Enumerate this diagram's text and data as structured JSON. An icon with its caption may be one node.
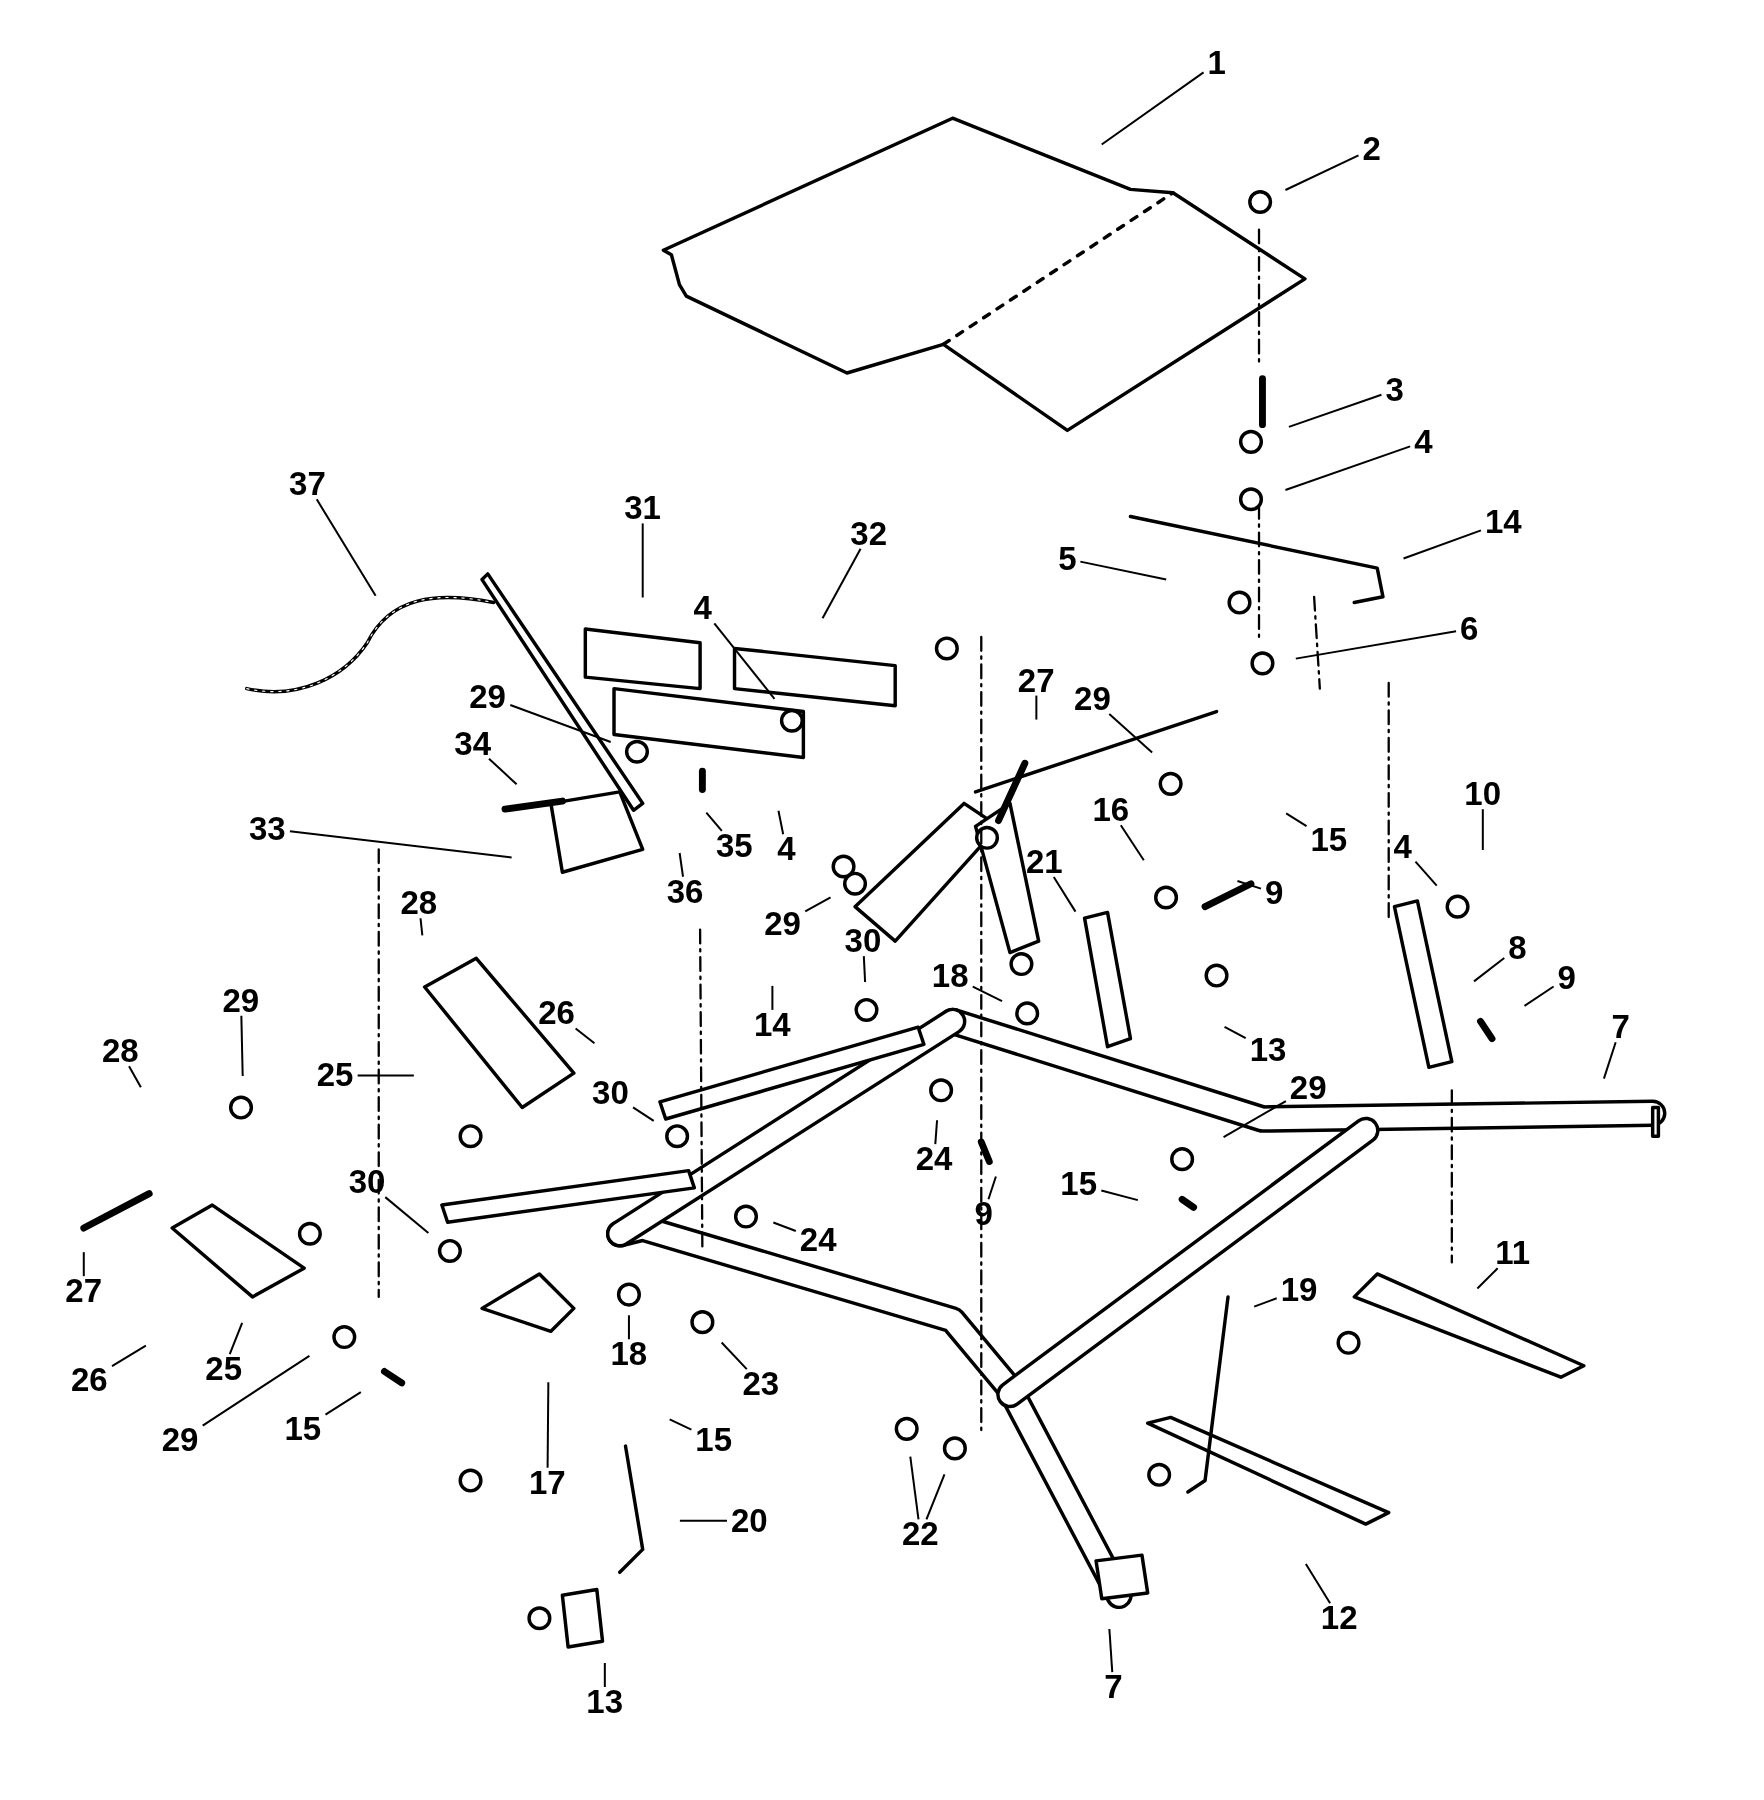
{
  "diagram": {
    "nodes": [
      {
        "text": [
          "1"
        ]
      },
      {
        "text": [
          "2"
        ]
      },
      {
        "text": [
          "3"
        ]
      },
      {
        "text": [
          "4"
        ]
      },
      {
        "text": [
          "14"
        ]
      },
      {
        "text": [
          "37"
        ]
      },
      {
        "text": [
          "31"
        ]
      },
      {
        "text": [
          "32"
        ]
      },
      {
        "text": [
          "5"
        ]
      },
      {
        "text": [
          "6"
        ]
      },
      {
        "text": [
          "4"
        ]
      },
      {
        "text": [
          "27"
        ]
      },
      {
        "text": [
          "29"
        ]
      },
      {
        "text": [
          "29"
        ]
      },
      {
        "text": [
          "34"
        ]
      },
      {
        "text": [
          "10"
        ]
      },
      {
        "text": [
          "16"
        ]
      },
      {
        "text": [
          "33"
        ]
      },
      {
        "text": [
          "15"
        ]
      },
      {
        "text": [
          "35"
        ]
      },
      {
        "text": [
          "4"
        ]
      },
      {
        "text": [
          "4"
        ]
      },
      {
        "text": [
          "9"
        ]
      },
      {
        "text": [
          "21"
        ]
      },
      {
        "text": [
          "36"
        ]
      },
      {
        "text": [
          "29"
        ]
      },
      {
        "text": [
          "28"
        ]
      },
      {
        "text": [
          "8"
        ]
      },
      {
        "text": [
          "18"
        ]
      },
      {
        "text": [
          "9"
        ]
      },
      {
        "text": [
          "30"
        ]
      },
      {
        "text": [
          "29"
        ]
      },
      {
        "text": [
          "26"
        ]
      },
      {
        "text": [
          "14"
        ]
      },
      {
        "text": [
          "7"
        ]
      },
      {
        "text": [
          "13"
        ]
      },
      {
        "text": [
          "28"
        ]
      },
      {
        "text": [
          "25"
        ]
      },
      {
        "text": [
          "29"
        ]
      },
      {
        "text": [
          "30"
        ]
      },
      {
        "text": [
          "24"
        ]
      },
      {
        "text": [
          "15"
        ]
      },
      {
        "text": [
          "30"
        ]
      },
      {
        "text": [
          "9"
        ]
      },
      {
        "text": [
          "24"
        ]
      },
      {
        "text": [
          "19"
        ]
      },
      {
        "text": [
          "11"
        ]
      },
      {
        "text": [
          "27"
        ]
      },
      {
        "text": [
          "18"
        ]
      },
      {
        "text": [
          "23"
        ]
      },
      {
        "text": [
          "26"
        ]
      },
      {
        "text": [
          "25"
        ]
      },
      {
        "text": [
          "15"
        ]
      },
      {
        "text": [
          "29"
        ]
      },
      {
        "text": [
          "15"
        ]
      },
      {
        "text": [
          "17"
        ]
      },
      {
        "text": [
          "22"
        ]
      },
      {
        "text": [
          "20"
        ]
      },
      {
        "text": [
          "12"
        ]
      },
      {
        "text": [
          "7"
        ]
      },
      {
        "text": [
          "13"
        ]
      }
    ],
    "edges": [
      {
        "from": 0,
        "to": null,
        "arrow": "none"
      },
      {
        "from": 1,
        "to": null,
        "arrow": "none"
      },
      {
        "from": 2,
        "to": null,
        "arrow": "none"
      },
      {
        "from": 3,
        "to": null,
        "arrow": "none"
      },
      {
        "from": 4,
        "to": null,
        "arrow": "none"
      },
      {
        "from": 5,
        "to": null,
        "arrow": "none"
      },
      {
        "from": 6,
        "to": null,
        "arrow": "none"
      },
      {
        "from": 7,
        "to": null,
        "arrow": "none"
      },
      {
        "from": 8,
        "to": null,
        "arrow": "none"
      },
      {
        "from": 9,
        "to": null,
        "arrow": "none"
      },
      {
        "from": 10,
        "to": null,
        "arrow": "none"
      },
      {
        "from": 11,
        "to": null,
        "arrow": "none"
      },
      {
        "from": 12,
        "to": null,
        "arrow": "none"
      },
      {
        "from": 13,
        "to": null,
        "arrow": "none"
      },
      {
        "from": 14,
        "to": null,
        "arrow": "none"
      },
      {
        "from": 15,
        "to": null,
        "arrow": "none"
      },
      {
        "from": 16,
        "to": null,
        "arrow": "none"
      },
      {
        "from": 17,
        "to": null,
        "arrow": "none"
      },
      {
        "from": 18,
        "to": null,
        "arrow": "none"
      },
      {
        "from": 19,
        "to": null,
        "arrow": "none"
      },
      {
        "from": 20,
        "to": null,
        "arrow": "none"
      },
      {
        "from": 21,
        "to": null,
        "arrow": "none"
      },
      {
        "from": 22,
        "to": null,
        "arrow": "none"
      },
      {
        "from": 23,
        "to": null,
        "arrow": "none"
      },
      {
        "from": 24,
        "to": null,
        "arrow": "none"
      },
      {
        "from": 25,
        "to": null,
        "arrow": "none"
      },
      {
        "from": 26,
        "to": null,
        "arrow": "none"
      },
      {
        "from": 27,
        "to": null,
        "arrow": "none"
      },
      {
        "from": 28,
        "to": null,
        "arrow": "none"
      },
      {
        "from": 29,
        "to": null,
        "arrow": "none"
      },
      {
        "from": 30,
        "to": null,
        "arrow": "none"
      },
      {
        "from": 31,
        "to": null,
        "arrow": "none"
      },
      {
        "from": 32,
        "to": null,
        "arrow": "none"
      },
      {
        "from": 33,
        "to": null,
        "arrow": "none"
      },
      {
        "from": 34,
        "to": null,
        "arrow": "none"
      },
      {
        "from": 35,
        "to": null,
        "arrow": "none"
      },
      {
        "from": 36,
        "to": null,
        "arrow": "none"
      },
      {
        "from": 37,
        "to": null,
        "arrow": "none"
      },
      {
        "from": 38,
        "to": null,
        "arrow": "none"
      },
      {
        "from": 39,
        "to": null,
        "arrow": "none"
      },
      {
        "from": 40,
        "to": null,
        "arrow": "none"
      },
      {
        "from": 41,
        "to": null,
        "arrow": "none"
      },
      {
        "from": 42,
        "to": null,
        "arrow": "none"
      },
      {
        "from": 43,
        "to": null,
        "arrow": "none"
      },
      {
        "from": 44,
        "to": null,
        "arrow": "none"
      },
      {
        "from": 45,
        "to": null,
        "arrow": "none"
      },
      {
        "from": 46,
        "to": null,
        "arrow": "none"
      },
      {
        "from": 47,
        "to": null,
        "arrow": "none"
      },
      {
        "from": 48,
        "to": null,
        "arrow": "none"
      },
      {
        "from": 49,
        "to": null,
        "arrow": "none"
      },
      {
        "from": 50,
        "to": null,
        "arrow": "none"
      },
      {
        "from": 51,
        "to": null,
        "arrow": "none"
      },
      {
        "from": 52,
        "to": null,
        "arrow": "none"
      },
      {
        "from": 53,
        "to": null,
        "arrow": "none"
      },
      {
        "from": 54,
        "to": null,
        "arrow": "none"
      },
      {
        "from": 55,
        "to": null,
        "arrow": "none"
      },
      {
        "from": 56,
        "to": null,
        "arrow": "none"
      },
      {
        "from": 56,
        "to": null,
        "arrow": "none"
      },
      {
        "from": 57,
        "to": null,
        "arrow": "none"
      },
      {
        "from": 58,
        "to": null,
        "arrow": "none"
      },
      {
        "from": 59,
        "to": null,
        "arrow": "none"
      },
      {
        "from": 60,
        "to": null,
        "arrow": "none"
      }
    ]
  }
}
